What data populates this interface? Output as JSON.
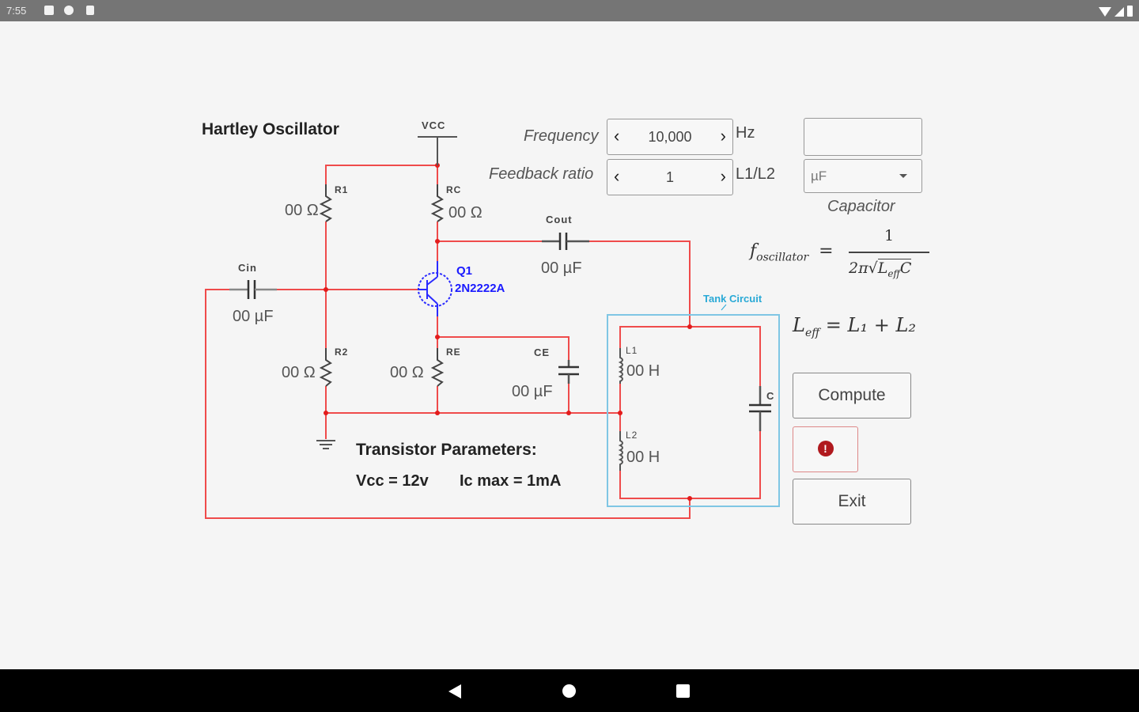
{
  "status_bar": {
    "time": "7:55",
    "left_icons": [
      "photo-icon",
      "sync-icon",
      "sd-card-icon"
    ],
    "right_icons": [
      "wifi-icon",
      "signal-icon",
      "battery-icon"
    ]
  },
  "title": "Hartley Oscillator",
  "circuit": {
    "vcc_label": "VCC",
    "r1": {
      "name": "R1",
      "value": "00 Ω"
    },
    "rc": {
      "name": "RC",
      "value": "00 Ω"
    },
    "r2": {
      "name": "R2",
      "value": "00 Ω"
    },
    "re": {
      "name": "RE",
      "value": "00 Ω"
    },
    "cin": {
      "name": "Cin",
      "value": "00 µF"
    },
    "cout": {
      "name": "Cout",
      "value": "00 µF"
    },
    "ce": {
      "name": "CE",
      "value": "00 µF"
    },
    "q1": {
      "name": "Q1",
      "model": "2N2222A"
    },
    "tank_label": "Tank Circuit",
    "l1": {
      "name": "L1",
      "value": "00 H"
    },
    "l2": {
      "name": "L2",
      "value": "00 H"
    },
    "c": {
      "name": "C"
    }
  },
  "transistor_params": {
    "heading": "Transistor Parameters:",
    "vcc": "Vcc = 12v",
    "ic_max": "Ic max = 1mA"
  },
  "inputs": {
    "frequency": {
      "label": "Frequency",
      "value": "10,000",
      "unit": "Hz"
    },
    "feedback_ratio": {
      "label": "Feedback ratio",
      "value": "1",
      "unit": "L1/L2"
    },
    "capacitor": {
      "label": "Capacitor",
      "value": "",
      "unit_selected": "µF"
    }
  },
  "formulas": {
    "f_lhs": "f",
    "f_sub": "oscillator",
    "f_num": "1",
    "f_den": "2π",
    "f_rad": "L",
    "f_rad_sub": "eff",
    "f_rad_c": "C",
    "leff_lhs": "L",
    "leff_sub": "eff",
    "leff_rhs": "= L₁ + L₂"
  },
  "buttons": {
    "compute": "Compute",
    "info": "!",
    "exit": "Exit"
  },
  "colors": {
    "wire": "#ef3b3b",
    "transistor": "#2b2bff",
    "tank": "#7fc6e4",
    "info": "#b0191e"
  }
}
